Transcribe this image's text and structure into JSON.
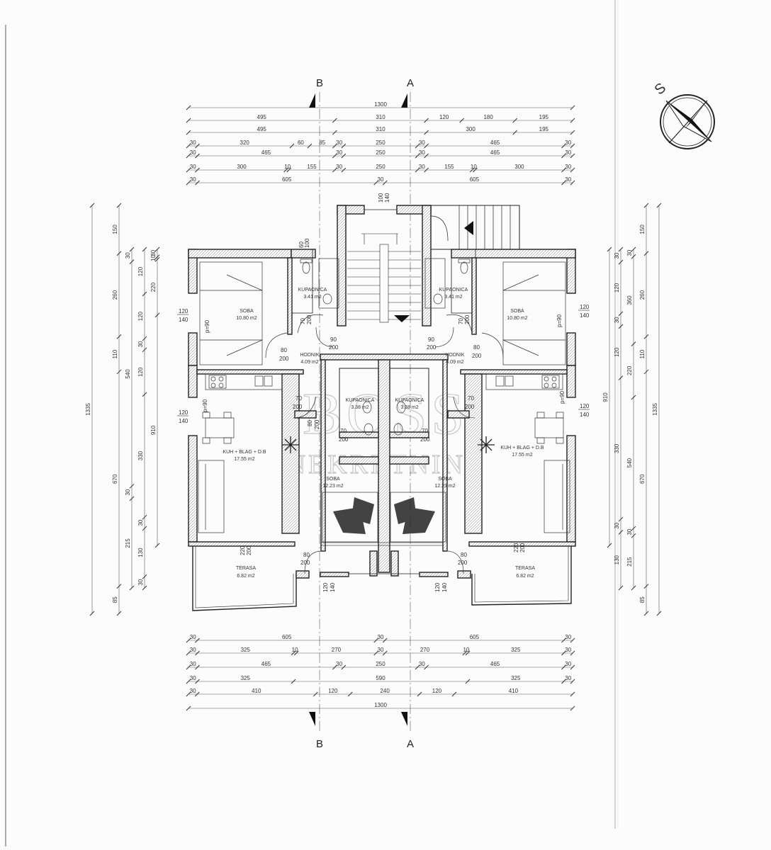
{
  "compass": {
    "label": "S"
  },
  "section_markers": {
    "b": "B",
    "a": "A"
  },
  "watermark": {
    "line1": "BOSS",
    "line2": "NEKRETNINE"
  },
  "top_dims": [
    [
      "1300"
    ],
    [
      "495",
      "310",
      "120",
      "180",
      "195"
    ],
    [
      "495",
      "310",
      "300",
      "195"
    ],
    [
      "30",
      "320",
      "60",
      "85",
      "30",
      "250",
      "30",
      "465",
      "30"
    ],
    [
      "30",
      "465",
      "30",
      "250",
      "30",
      "465",
      "30"
    ],
    [
      "30",
      "300",
      "10",
      "155",
      "30",
      "250",
      "30",
      "155",
      "10",
      "300",
      "30"
    ],
    [
      "30",
      "605",
      "30",
      "605",
      "30"
    ]
  ],
  "bottom_dims": [
    [
      "30",
      "605",
      "30",
      "605",
      "30"
    ],
    [
      "30",
      "325",
      "10",
      "270",
      "30",
      "270",
      "10",
      "325",
      "30"
    ],
    [
      "30",
      "465",
      "30",
      "250",
      "30",
      "465",
      "30"
    ],
    [
      "30",
      "325",
      "590",
      "325",
      "30"
    ],
    [
      "30",
      "410",
      "120",
      "240",
      "120",
      "410"
    ],
    [
      "1300"
    ]
  ],
  "left_dims": {
    "total": "1335",
    "col2": [
      "150",
      "260",
      "110",
      "670",
      "85"
    ],
    "col3": [
      "30",
      "540",
      "30",
      "215"
    ],
    "col4": [
      "120",
      "120",
      "30",
      "120",
      "330",
      "30",
      "130",
      "30"
    ],
    "col5": [
      "30",
      "10",
      "220",
      "910"
    ]
  },
  "right_dims": {
    "total": "1335",
    "col2": [
      "150",
      "260",
      "110",
      "670",
      "85"
    ],
    "col3": [
      "30",
      "360",
      "220",
      "540",
      "30",
      "215"
    ],
    "col4": [
      "30",
      "120",
      "30",
      "120",
      "330",
      "30",
      "130"
    ],
    "col5": [
      "910"
    ]
  },
  "rooms": {
    "soba_l": {
      "name": "SOBA",
      "area": "10.80 m2"
    },
    "soba_r": {
      "name": "SOBA",
      "area": "10.80 m2"
    },
    "kup_tl": {
      "name": "KUPAONICA",
      "area": "3.41 m2"
    },
    "kup_tr": {
      "name": "KUPAONICA",
      "area": "3.41 m2"
    },
    "hod_l": {
      "name": "HODNIK",
      "area": "4.09 m2"
    },
    "hod_r": {
      "name": "HODNIK",
      "area": "4.09 m2"
    },
    "kup_cl": {
      "name": "KUPAONICA",
      "area": "3.38 m2"
    },
    "kup_cr": {
      "name": "KUPAONICA",
      "area": "3.38 m2"
    },
    "kuh_l": {
      "name": "KUH + BLAG + D.B",
      "area": "17.55 m2"
    },
    "kuh_r": {
      "name": "KUH + BLAG + D.B",
      "area": "17.55 m2"
    },
    "soba_cl": {
      "name": "SOBA",
      "area": "12.23 m2"
    },
    "soba_cr": {
      "name": "SOBA",
      "area": "12.23 m2"
    },
    "ter_l": {
      "name": "TERASA",
      "area": "6.82 m2"
    },
    "ter_r": {
      "name": "TERASA",
      "area": "6.82 m2"
    }
  },
  "openings": {
    "stair_top": [
      "100",
      "140"
    ],
    "bath_top": [
      "60",
      "100"
    ],
    "win_soba_l": [
      "120",
      "140"
    ],
    "sill_soba_l": "p=90",
    "win_soba_r": [
      "120",
      "140"
    ],
    "sill_soba_r": "p=90",
    "hall_90_l": [
      "90",
      "200"
    ],
    "hall_90_r": [
      "90",
      "200"
    ],
    "hall_70_l": [
      "70",
      "200"
    ],
    "hall_70_r": [
      "70",
      "200"
    ],
    "door_80_l": [
      "80",
      "200"
    ],
    "door_80_r": [
      "80",
      "200"
    ],
    "kuh_70_l": [
      "70",
      "200"
    ],
    "kuh_70_r": [
      "70",
      "200"
    ],
    "bath_80": [
      "80",
      "200"
    ],
    "bath_70_l": [
      "70",
      "200"
    ],
    "bath_70_r": [
      "70",
      "200"
    ],
    "win_kuh_l": [
      "120",
      "140"
    ],
    "sill_kuh_l": "p=90",
    "win_kuh_r": [
      "120",
      "140"
    ],
    "sill_kuh_r": "p=90",
    "balc_l": [
      "220",
      "200"
    ],
    "balc_r": [
      "220",
      "200"
    ],
    "ter_80_l": [
      "80",
      "200"
    ],
    "ter_80_r": [
      "80",
      "200"
    ],
    "win_bot_l": [
      "120",
      "140"
    ],
    "win_bot_r": [
      "120",
      "140"
    ]
  }
}
